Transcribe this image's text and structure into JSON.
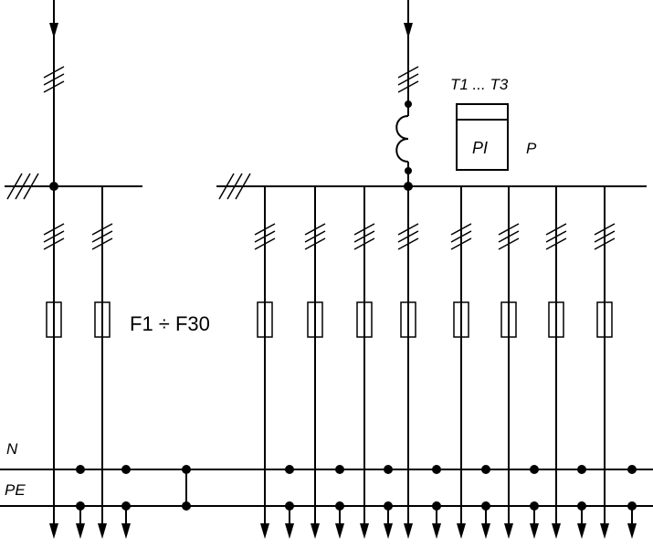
{
  "labels": {
    "transformers": "T1 ... T3",
    "meter": "PI",
    "meter_group": "P",
    "fuses": "F1 ÷ F30",
    "neutral": "N",
    "protective_earth": "PE"
  },
  "colors": {
    "line": "#000000",
    "background": "#ffffff"
  }
}
